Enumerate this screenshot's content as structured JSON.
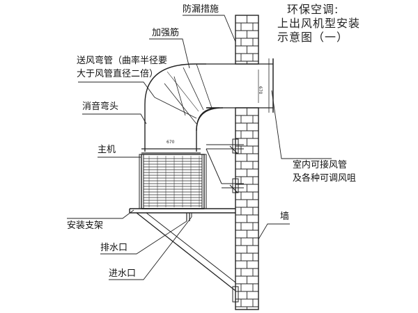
{
  "title": {
    "line1": "环保空调:",
    "line2": "上出风机型安装",
    "line3": "示意图（一）"
  },
  "labels": {
    "leak_prevention": "防漏措施",
    "reinforcement": "加强筋",
    "elbow_line1": "送风弯管（曲率半径要",
    "elbow_line2": "大于风管直径二倍）",
    "silencer_elbow": "消音弯头",
    "main_unit": "主机",
    "mount_bracket": "安装支架",
    "drain_outlet": "排水口",
    "water_inlet": "进水口",
    "indoor_line1": "室内可接风管",
    "indoor_line2": "及各种可调风咀",
    "wall": "墙"
  },
  "dimension_text": {
    "top": "670",
    "side": "670"
  },
  "colors": {
    "line": "#222222",
    "background": "#ffffff"
  }
}
